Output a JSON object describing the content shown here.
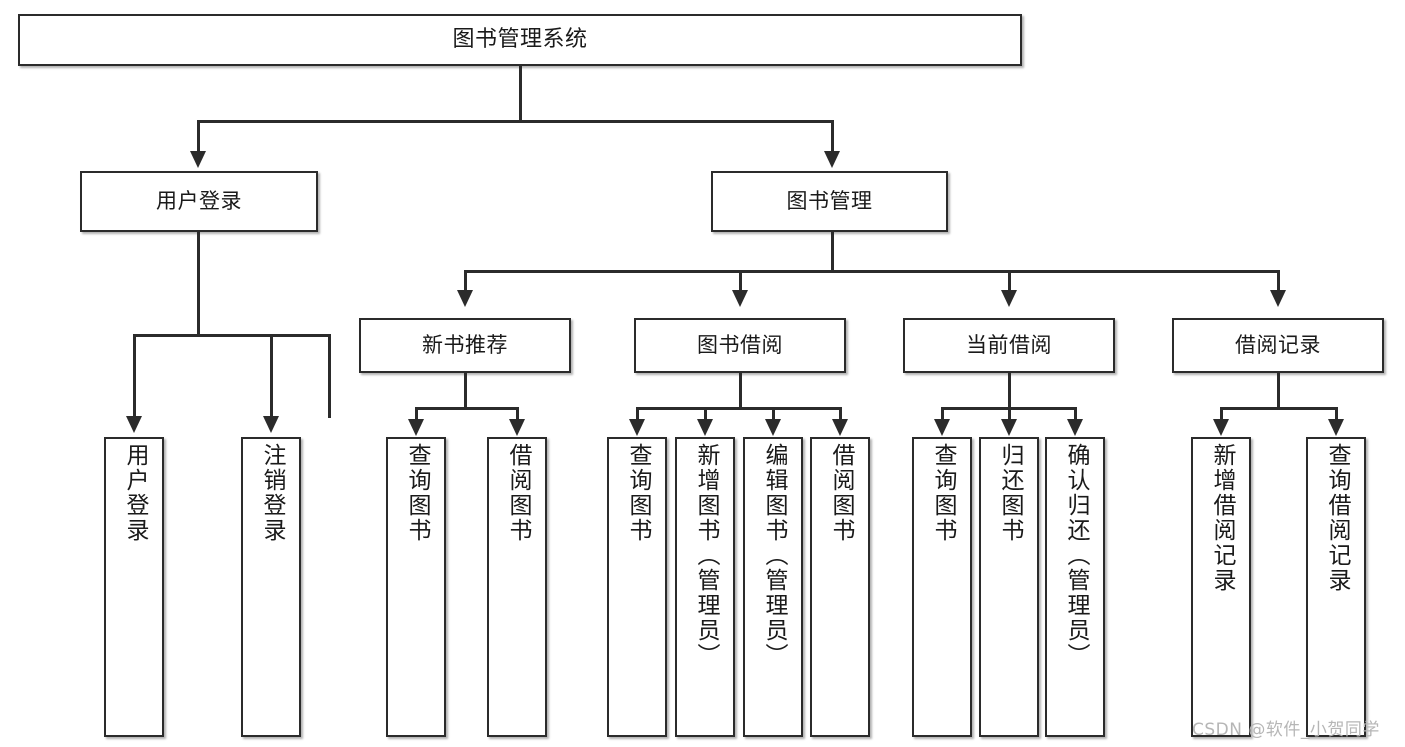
{
  "diagram": {
    "title": "图书管理系统",
    "type": "tree-hierarchy-diagram",
    "colors": {
      "background": "#ffffff",
      "box_border": "#2b2b2b",
      "box_fill": "#ffffff",
      "connector": "#2b2b2b",
      "watermark": "#b6b6b6"
    },
    "root": {
      "label": "图书管理系统"
    },
    "level2": [
      {
        "label": "用户登录"
      },
      {
        "label": "图书管理"
      }
    ],
    "level3": [
      {
        "label": "新书推荐"
      },
      {
        "label": "图书借阅"
      },
      {
        "label": "当前借阅"
      },
      {
        "label": "借阅记录"
      }
    ],
    "leaves": {
      "user_login": [
        {
          "label": "用户登录"
        },
        {
          "label": "注销登录"
        }
      ],
      "new_book_recommend": [
        {
          "label": "查询图书"
        },
        {
          "label": "借阅图书"
        }
      ],
      "book_borrow": [
        {
          "label": "查询图书"
        },
        {
          "label": "新增图书（管理员）"
        },
        {
          "label": "编辑图书（管理员）"
        },
        {
          "label": "借阅图书"
        }
      ],
      "current_borrow": [
        {
          "label": "查询图书"
        },
        {
          "label": "归还图书"
        },
        {
          "label": "确认归还（管理员）"
        }
      ],
      "borrow_record": [
        {
          "label": "新增借阅记录"
        },
        {
          "label": "查询借阅记录"
        }
      ]
    }
  },
  "watermark": {
    "text": "CSDN @软件_小贺同学"
  }
}
